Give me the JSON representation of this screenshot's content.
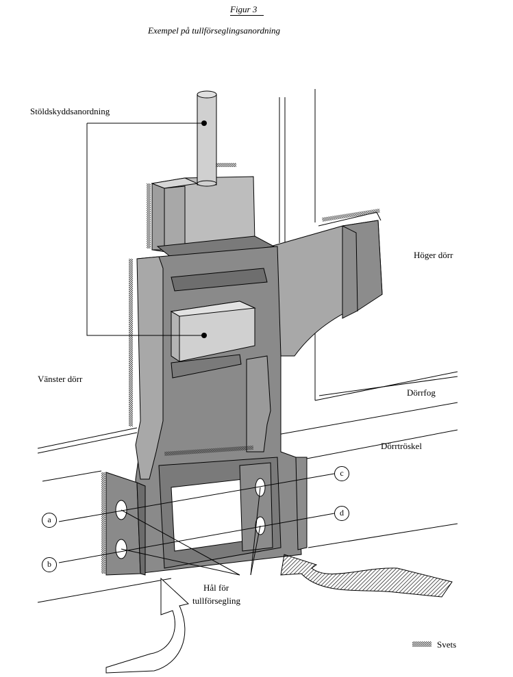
{
  "figure": {
    "number": "Figur 3",
    "title": "Exempel på tullförseglingsanordning"
  },
  "labels": {
    "antitheft": "Stöldskyddsanordning",
    "right_door": "Höger dörr",
    "left_door": "Vänster dörr",
    "door_joint": "Dörrfog",
    "door_sill": "Dörrtröskel",
    "holes_line1": "Hål för",
    "holes_line2": "tullförsegling",
    "weld_legend": "Svets"
  },
  "callouts": {
    "a": "a",
    "b": "b",
    "c": "c",
    "d": "d"
  },
  "colors": {
    "light_metal": "#c8c8c8",
    "mid_metal": "#a8a8a8",
    "dark_metal": "#808080",
    "darker_metal": "#6c6c6c",
    "outline": "#000000"
  }
}
